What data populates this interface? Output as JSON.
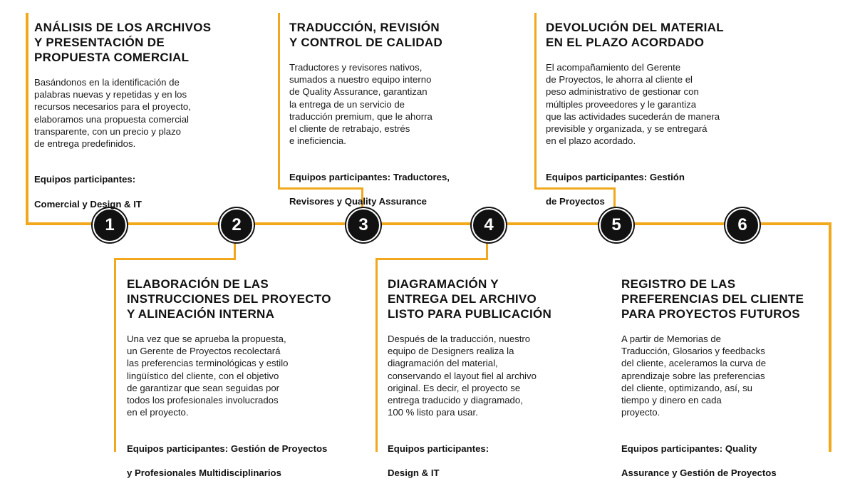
{
  "colors": {
    "accent": "#f2a81d",
    "circle": "#111111",
    "text": "#1a1a1a"
  },
  "steps": [
    {
      "number": "1",
      "title": "ANÁLISIS DE LOS ARCHIVOS\nY PRESENTACIÓN DE\nPROPUESTA COMERCIAL",
      "description": "Basándonos en la identificación de\npalabras nuevas y repetidas y en los\nrecursos necesarios para el proyecto,\nelaboramos una propuesta comercial\ntransparente, con un precio y plazo\nde entrega predefinidos.",
      "teams_label": "Equipos participantes:",
      "teams": "Comercial y Design & IT"
    },
    {
      "number": "2",
      "title": "ELABORACIÓN DE LAS\nINSTRUCCIONES DEL PROYECTO\nY ALINEACIÓN INTERNA",
      "description": "Una vez que se aprueba la propuesta,\nun Gerente de Proyectos recolectará\nlas preferencias terminológicas y estilo\nlingüístico del cliente, con el objetivo\nde garantizar que sean seguidas por\ntodos los profesionales involucrados\nen el proyecto.",
      "teams_label": "Equipos participantes: Gestión de Proyectos",
      "teams": "y Profesionales Multidisciplinarios"
    },
    {
      "number": "3",
      "title": "TRADUCCIÓN, REVISIÓN\nY CONTROL DE CALIDAD",
      "description": "Traductores y revisores nativos,\nsumados a nuestro equipo interno\nde Quality Assurance, garantizan\nla entrega de un servicio de\ntraducción premium, que le ahorra\nel cliente de retrabajo, estrés\ne ineficiencia.",
      "teams_label": "Equipos participantes: Traductores,",
      "teams": "Revisores y Quality Assurance"
    },
    {
      "number": "4",
      "title": "DIAGRAMACIÓN Y\nENTREGA DEL ARCHIVO\nLISTO PARA PUBLICACIÓN",
      "description": "Después de la traducción, nuestro\nequipo de Designers realiza la\ndiagramación del material,\nconservando el layout fiel al archivo\noriginal. Es decir, el proyecto se\nentrega traducido y diagramado,\n100 % listo para usar.",
      "teams_label": "Equipos participantes:",
      "teams": "Design & IT"
    },
    {
      "number": "5",
      "title": "DEVOLUCIÓN DEL MATERIAL\nEN EL PLAZO ACORDADO",
      "description": "El acompañamiento del Gerente\nde Proyectos, le ahorra al cliente el\npeso administrativo de gestionar con\nmúltiples proveedores y le garantiza\nque las actividades sucederán de manera\nprevisible y organizada, y se entregará\nen el plazo acordado.",
      "teams_label": "Equipos participantes: Gestión",
      "teams": "de Proyectos"
    },
    {
      "number": "6",
      "title": "REGISTRO DE LAS\nPREFERENCIAS DEL CLIENTE\nPARA PROYECTOS FUTUROS",
      "description": "A partir de Memorias de\nTraducción, Glosarios y feedbacks\ndel cliente, aceleramos la curva de\naprendizaje sobre las preferencias\ndel cliente, optimizando, así, su\ntiempo y dinero en cada\nproyecto.",
      "teams_label": "Equipos participantes: Quality",
      "teams": "Assurance y Gestión de Proyectos"
    }
  ]
}
